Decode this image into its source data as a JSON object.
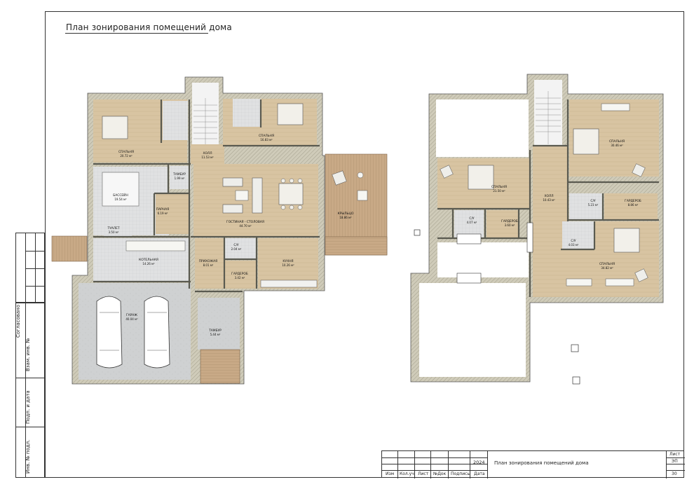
{
  "sheet": {
    "title": "План зонирования помещений дома"
  },
  "stamp": {
    "labels": [
      "Согласовано",
      "Взам. инв. №",
      "Подп. и дата",
      "Инв. № подл."
    ]
  },
  "title_block": {
    "year": "2024",
    "name": "План зонирования помещений дома",
    "sheet_label": "Лист",
    "stage": "ЭП",
    "sheet_no": "30",
    "cols": [
      "Изм",
      "Кол.уч",
      "Лист",
      "№Док",
      "Подпись",
      "Дата"
    ]
  },
  "ground_floor": {
    "rooms": [
      {
        "name": "СПАЛЬНЯ",
        "area": "20.72 м²"
      },
      {
        "name": "СПАЛЬНЯ",
        "area": "16.83 м²"
      },
      {
        "name": "ХОЛЛ",
        "area": "11.53 м²"
      },
      {
        "name": "ТАМБУР",
        "area": "1.99 м²"
      },
      {
        "name": "БАССЕЙН",
        "area": "19.54 м²"
      },
      {
        "name": "ПАРНАЯ",
        "area": "6.19 м²"
      },
      {
        "name": "ГОСТИНАЯ - СТОЛОВАЯ",
        "area": "44.70 м²"
      },
      {
        "name": "КРЫЛЬЦО",
        "area": "18.86 м²"
      },
      {
        "name": "ТУАЛЕТ",
        "area": "3.50 м²"
      },
      {
        "name": "КОТЕЛЬНАЯ",
        "area": "14.26 м²"
      },
      {
        "name": "С/У",
        "area": "2.04 м²"
      },
      {
        "name": "ПРИХОЖАЯ",
        "area": "8.01 м²"
      },
      {
        "name": "ГАРДЕРОБ",
        "area": "3.42 м²"
      },
      {
        "name": "КУХНЯ",
        "area": "10.26 м²"
      },
      {
        "name": "ГАРАЖ",
        "area": "40.04 м²"
      },
      {
        "name": "ТАМБУР",
        "area": "5.44 м²"
      }
    ]
  },
  "upper_floor": {
    "rooms": [
      {
        "name": "СПАЛЬНЯ",
        "area": "30.46 м²"
      },
      {
        "name": "СПАЛЬНЯ",
        "area": "21.50 м²"
      },
      {
        "name": "ХОЛЛ",
        "area": "10.43 м²"
      },
      {
        "name": "С/У",
        "area": "5.23 м²"
      },
      {
        "name": "ГАРДЕРОБ",
        "area": "8.86 м²"
      },
      {
        "name": "С/У",
        "area": "4.07 м²"
      },
      {
        "name": "ГАРДЕРОБ",
        "area": "3.60 м²"
      },
      {
        "name": "С/У",
        "area": "4.03 м²"
      },
      {
        "name": "СПАЛЬНЯ",
        "area": "34.82 м²"
      }
    ]
  },
  "colors": {
    "wall": "#7a7a70",
    "wall_hatch": "#b9b6a6",
    "wood": "#d8c4a2",
    "tile": "#d6d8da",
    "concrete": "#c9cbcc",
    "deck": "#c8a986",
    "pool": "#f4f4f4"
  }
}
